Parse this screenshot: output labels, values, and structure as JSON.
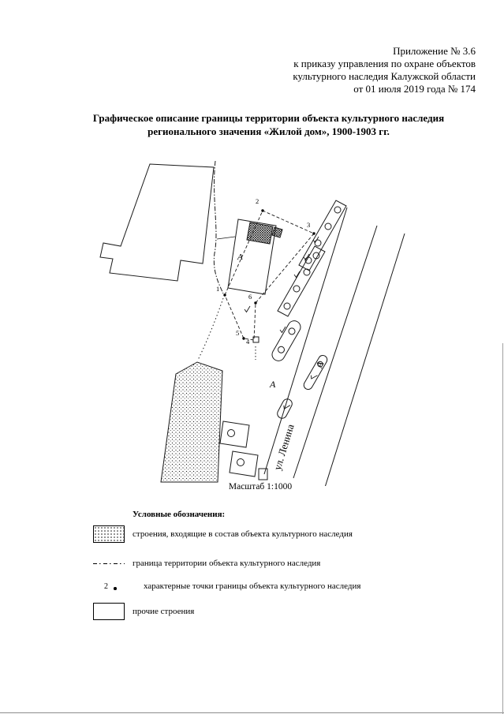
{
  "header": {
    "lines": [
      "Приложение № 3.6",
      "к приказу управления по охране объектов",
      "культурного наследия Калужской области",
      "от 01 июля 2019 года № 174"
    ]
  },
  "title": {
    "line1": "Графическое описание границы территории  объекта культурного наследия",
    "line2": "регионального значения «Жилой дом», 1900-1903 гг."
  },
  "map": {
    "scale_label": "Масштаб 1:1000",
    "street_label": "ул. Ленина",
    "area_label": "А",
    "points": [
      "1",
      "2",
      "3",
      "4",
      "5",
      "6"
    ]
  },
  "legend": {
    "title": "Условные обозначения:",
    "items": [
      {
        "symbol": "stippled-swatch",
        "label": "строения, входящие в состав объекта культурного наследия"
      },
      {
        "symbol": "dash-dot-line",
        "label": "граница территории объекта культурного наследия"
      },
      {
        "symbol": "numbered-point",
        "point_number": "2",
        "label": "характерные точки границы объекта культурного наследия"
      },
      {
        "symbol": "plain-swatch",
        "label": "прочие строения"
      }
    ]
  }
}
